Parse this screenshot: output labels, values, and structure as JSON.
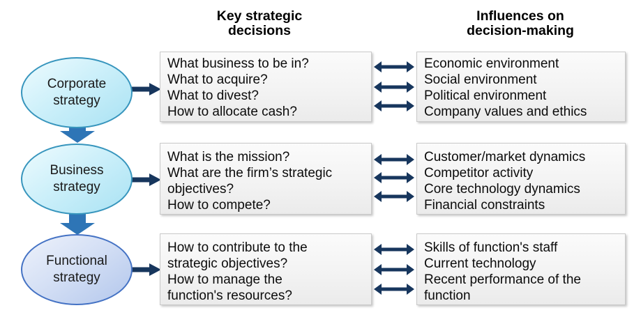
{
  "titles": {
    "decisions": [
      "Key strategic",
      "decisions"
    ],
    "influences": [
      "Influences on",
      "decision-making"
    ]
  },
  "rows": [
    {
      "level": [
        "Corporate",
        "strategy"
      ],
      "decisions": [
        "What business to be in?",
        "What to acquire?",
        "What to divest?",
        "How to allocate cash?"
      ],
      "influences": [
        "Economic environment",
        "Social environment",
        "Political environment",
        "Company values and ethics"
      ]
    },
    {
      "level": [
        "Business",
        "strategy"
      ],
      "decisions": [
        "What is the mission?",
        "What are the firm’s strategic",
        "objectives?",
        "How to compete?"
      ],
      "influences": [
        "Customer/market dynamics",
        "Competitor activity",
        "Core technology dynamics",
        "Financial constraints"
      ]
    },
    {
      "level": [
        "Functional",
        "strategy"
      ],
      "decisions": [
        "How to contribute to the",
        "strategic objectives?",
        "How to manage the",
        "function's resources?"
      ],
      "influences": [
        "Skills of function's staff",
        "Current technology",
        "Recent performance of the",
        "function"
      ]
    }
  ],
  "colors": {
    "navy_arrow": "#17365d",
    "down_arrow": "#2e75b6",
    "cyan_border": "#3795bd",
    "periwinkle_border": "#4472c4",
    "box_border": "#c9c9c9"
  }
}
